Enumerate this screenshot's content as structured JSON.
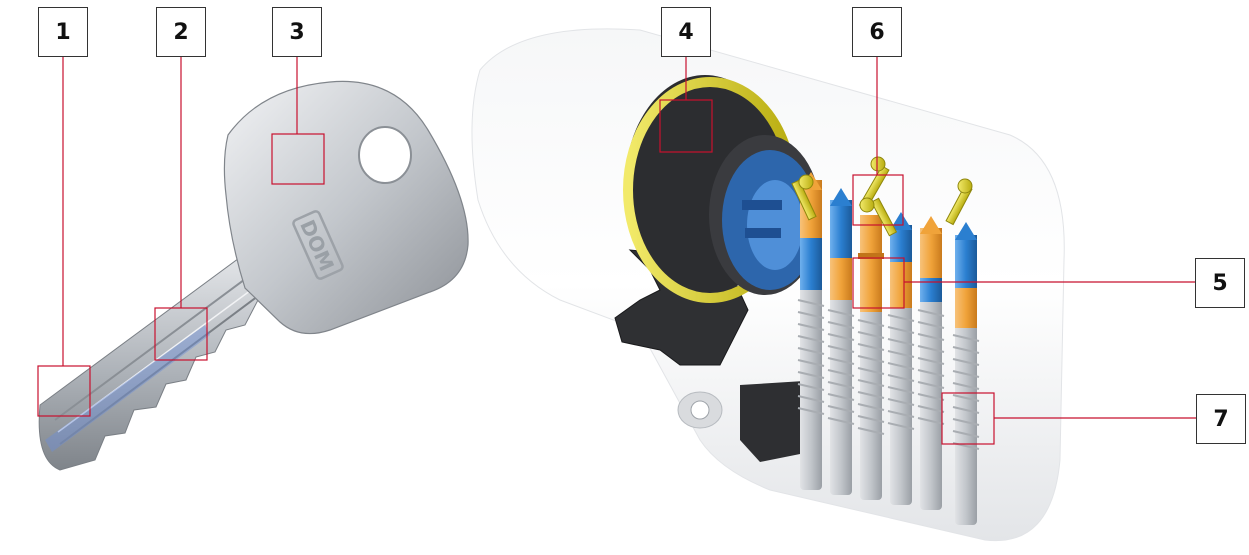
{
  "callouts": [
    {
      "id": "1",
      "label": "1"
    },
    {
      "id": "2",
      "label": "2"
    },
    {
      "id": "3",
      "label": "3"
    },
    {
      "id": "4",
      "label": "4"
    },
    {
      "id": "5",
      "label": "5"
    },
    {
      "id": "6",
      "label": "6"
    },
    {
      "id": "7",
      "label": "7"
    }
  ],
  "key_logo": "DOM",
  "colors": {
    "leader": "#c8102e",
    "pin_orange": "#f0a33a",
    "pin_blue": "#2b7fd0",
    "cam_yellow": "#d8cc1a",
    "key_silver": "#c9cdd2"
  }
}
